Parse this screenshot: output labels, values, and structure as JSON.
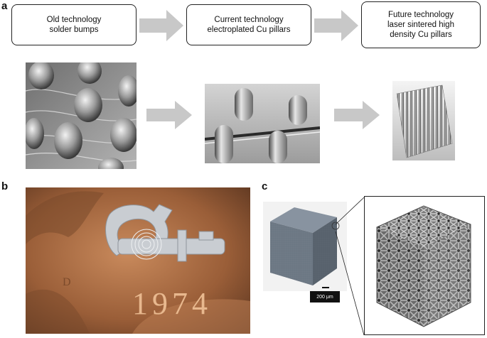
{
  "panels": {
    "a": "a",
    "b": "b",
    "c": "c"
  },
  "boxes": [
    {
      "line1": "Old technology",
      "line2": "solder bumps",
      "line3": ""
    },
    {
      "line1": "Current technology",
      "line2": "electroplated Cu pillars",
      "line3": ""
    },
    {
      "line1": "Future technology",
      "line2": "laser sintered high",
      "line3": "density Cu pillars"
    }
  ],
  "coin": {
    "year": "1974"
  },
  "scale_bar": {
    "label": "200 μm"
  },
  "colors": {
    "arrow": "#c8c8c8",
    "copper": "#a0643c",
    "cube": "#6f7a86",
    "lattice": "#8a8a8a"
  }
}
